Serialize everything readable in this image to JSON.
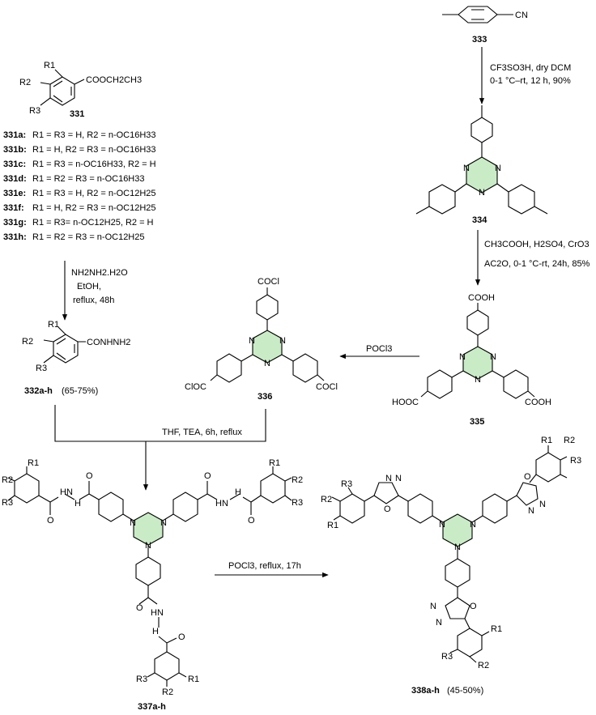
{
  "compounds": {
    "c333": {
      "label": "333",
      "group": "CN"
    },
    "c331": {
      "label": "331",
      "ester": "COOCH2CH3"
    },
    "c334": {
      "label": "334"
    },
    "c335": {
      "label": "335",
      "group": "COOH",
      "group_left": "HOOC"
    },
    "c336": {
      "label": "336",
      "group": "COCl",
      "group_left": "ClOC"
    },
    "c332": {
      "label": "332a-h",
      "yield": "(65-75%)",
      "group": "CONHNH2"
    },
    "c337": {
      "label": "337a-h"
    },
    "c338": {
      "label": "338a-h",
      "yield": "(45-50%)"
    }
  },
  "substituents": [
    {
      "id": "331a:",
      "text": "R1 = R3 = H, R2 = n-OC16H33"
    },
    {
      "id": "331b:",
      "text": "R1 = H, R2 = R3 = n-OC16H33"
    },
    {
      "id": "331c:",
      "text": "R1 = R3 = n-OC16H33, R2 = H"
    },
    {
      "id": "331d:",
      "text": "R1 = R2 = R3 = n-OC16H33"
    },
    {
      "id": "331e:",
      "text": "R1 = R3 = H, R2 = n-OC12H25"
    },
    {
      "id": "331f:",
      "text": "R1 = H, R2 = R3 = n-OC12H25"
    },
    {
      "id": "331g:",
      "text": "R1 = R3= n-OC12H25, R2 = H"
    },
    {
      "id": "331h:",
      "text": "R1 = R2 = R3 = n-OC12H25"
    }
  ],
  "conditions": {
    "step1_line1": "CF3SO3H, dry DCM",
    "step1_line2": "0-1 °C–rt, 12 h, 90%",
    "step2_line1": "CH3COOH, H2SO4, CrO3",
    "step2_line2": "AC2O, 0-1 °C-rt, 24h, 85%",
    "step3": "POCl3",
    "step4_line1": "NH2NH2.H2O",
    "step4_line2": "EtOH,",
    "step4_line3": "reflux, 48h",
    "step5": "THF, TEA, 6h, reflux",
    "step6": "POCl3, reflux, 17h"
  },
  "atoms": {
    "N": "N",
    "O": "O",
    "R1": "R1",
    "R2": "R2",
    "R3": "R3",
    "NH": "H",
    "HN": "HN",
    "H": "H"
  }
}
